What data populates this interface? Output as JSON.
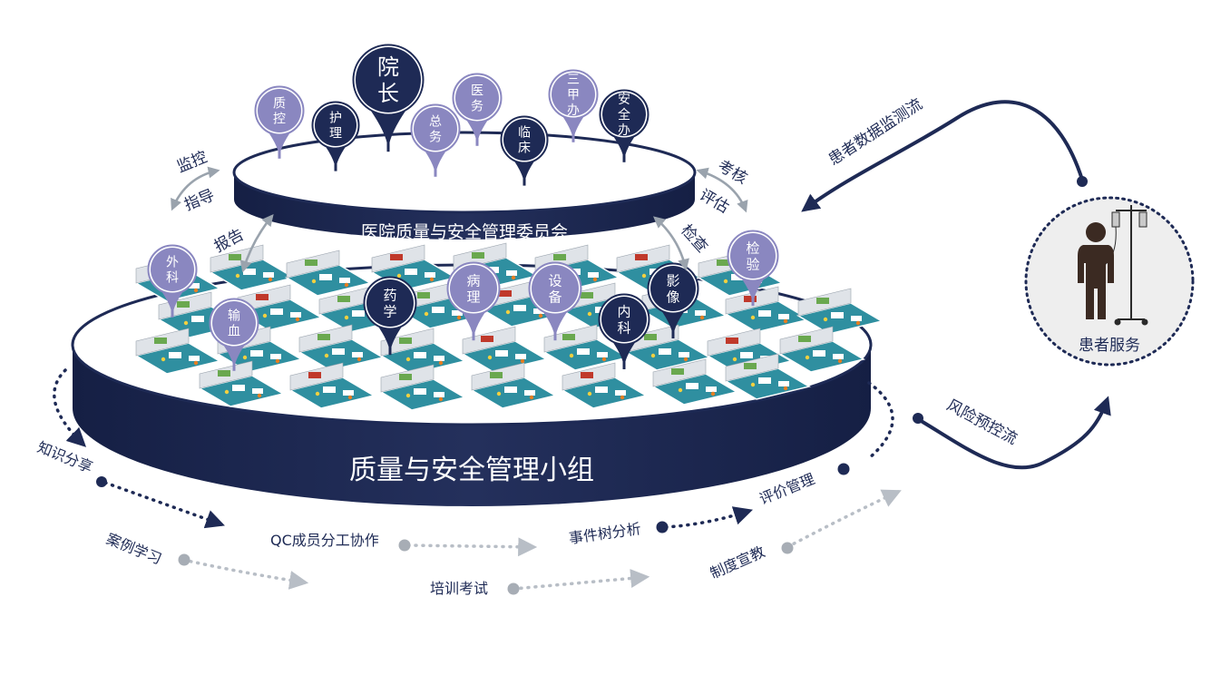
{
  "committee": {
    "title": "医院质量与安全管理委员会",
    "pins": [
      {
        "label": "质控",
        "style": "light"
      },
      {
        "label": "护理",
        "style": "dark"
      },
      {
        "label": "院长",
        "style": "dark"
      },
      {
        "label": "总务",
        "style": "light"
      },
      {
        "label": "医务",
        "style": "light"
      },
      {
        "label": "临床",
        "style": "dark"
      },
      {
        "label": "三甲办",
        "style": "light"
      },
      {
        "label": "安全办",
        "style": "dark"
      }
    ]
  },
  "group": {
    "title": "质量与安全管理小组",
    "pins": [
      {
        "label": "外科",
        "style": "light"
      },
      {
        "label": "输血",
        "style": "light"
      },
      {
        "label": "药学",
        "style": "dark"
      },
      {
        "label": "病理",
        "style": "light"
      },
      {
        "label": "设备",
        "style": "light"
      },
      {
        "label": "内科",
        "style": "dark"
      },
      {
        "label": "影像",
        "style": "dark"
      },
      {
        "label": "检验",
        "style": "light"
      }
    ]
  },
  "links": {
    "monitor": "监控",
    "guide": "指导",
    "report": "报告",
    "assess": "考核",
    "evaluate": "评估",
    "inspect": "检查"
  },
  "patient": {
    "label": "患者服务",
    "data_flow": "患者数据监测流",
    "risk_flow": "风险预控流"
  },
  "activities": {
    "knowledge_sharing": "知识分享",
    "qc_division": "QC成员分工协作",
    "event_tree": "事件树分析",
    "evaluation_mgmt": "评价管理",
    "case_study": "案例学习",
    "training_exam": "培训考试",
    "policy_education": "制度宣教"
  },
  "colors": {
    "navy": "#1e2a55",
    "pin_dark": "#1e2a55",
    "pin_light": "#8a87c0",
    "arrow_gray": "#9aa3ad",
    "ward_teal": "#2f8fa0",
    "patient_circle": "#eeeeee"
  }
}
